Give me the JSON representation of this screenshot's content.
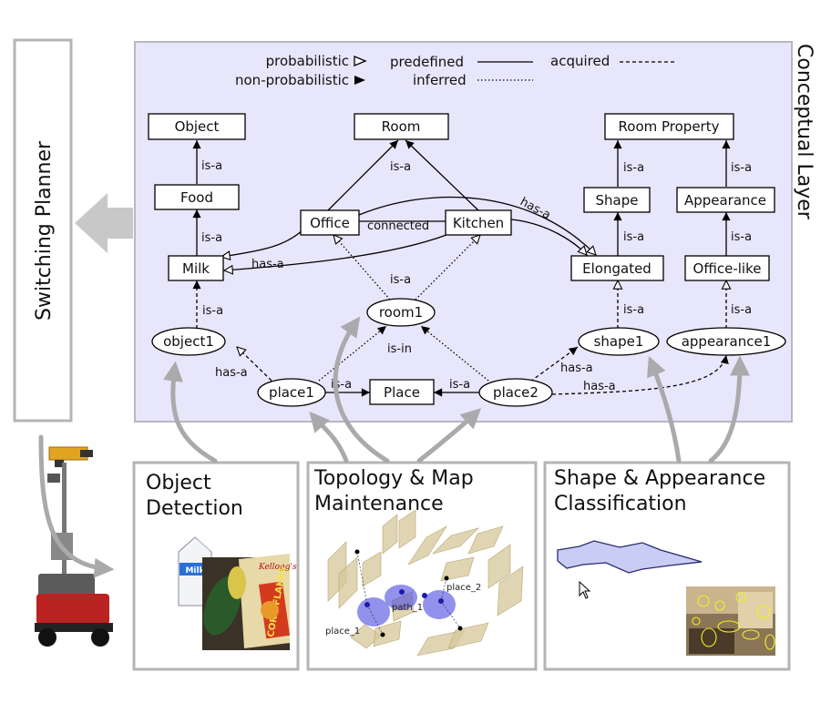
{
  "legend": {
    "probabilistic": "probabilistic",
    "non_probabilistic": "non-probabilistic",
    "predefined": "predefined",
    "inferred": "inferred",
    "acquired": "acquired"
  },
  "layer_title": "Conceptual Layer",
  "planner_title": "Switching Planner",
  "concepts": {
    "object": "Object",
    "room": "Room",
    "room_property": "Room Property",
    "food": "Food",
    "shape": "Shape",
    "appearance": "Appearance",
    "office": "Office",
    "kitchen": "Kitchen",
    "milk": "Milk",
    "elongated": "Elongated",
    "office_like": "Office-like",
    "place": "Place"
  },
  "instances": {
    "room1": "room1",
    "object1": "object1",
    "shape1": "shape1",
    "appearance1": "appearance1",
    "place1": "place1",
    "place2": "place2"
  },
  "relations": {
    "is_a": "is-a",
    "has_a": "has-a",
    "connected": "connected",
    "is_in": "is-in"
  },
  "modules": {
    "object_detection_1": "Object",
    "object_detection_2": "Detection",
    "topology_1": "Topology & Map",
    "topology_2": "Maintenance",
    "shape_1": "Shape & Appearance",
    "shape_2": "Classification"
  },
  "image_text": {
    "milk_label": "Milk",
    "cereal_label": "CORN FLAKES",
    "cereal_brand": "Kellogg's",
    "place_1": "place_1",
    "path_1": "path_1",
    "place_2": "place_2"
  },
  "colors": {
    "layer_bg": "#e8e6fb",
    "layer_border": "#b8b8c0",
    "arrow_gray": "#aaaaac",
    "module_border": "#b4b4b4"
  }
}
